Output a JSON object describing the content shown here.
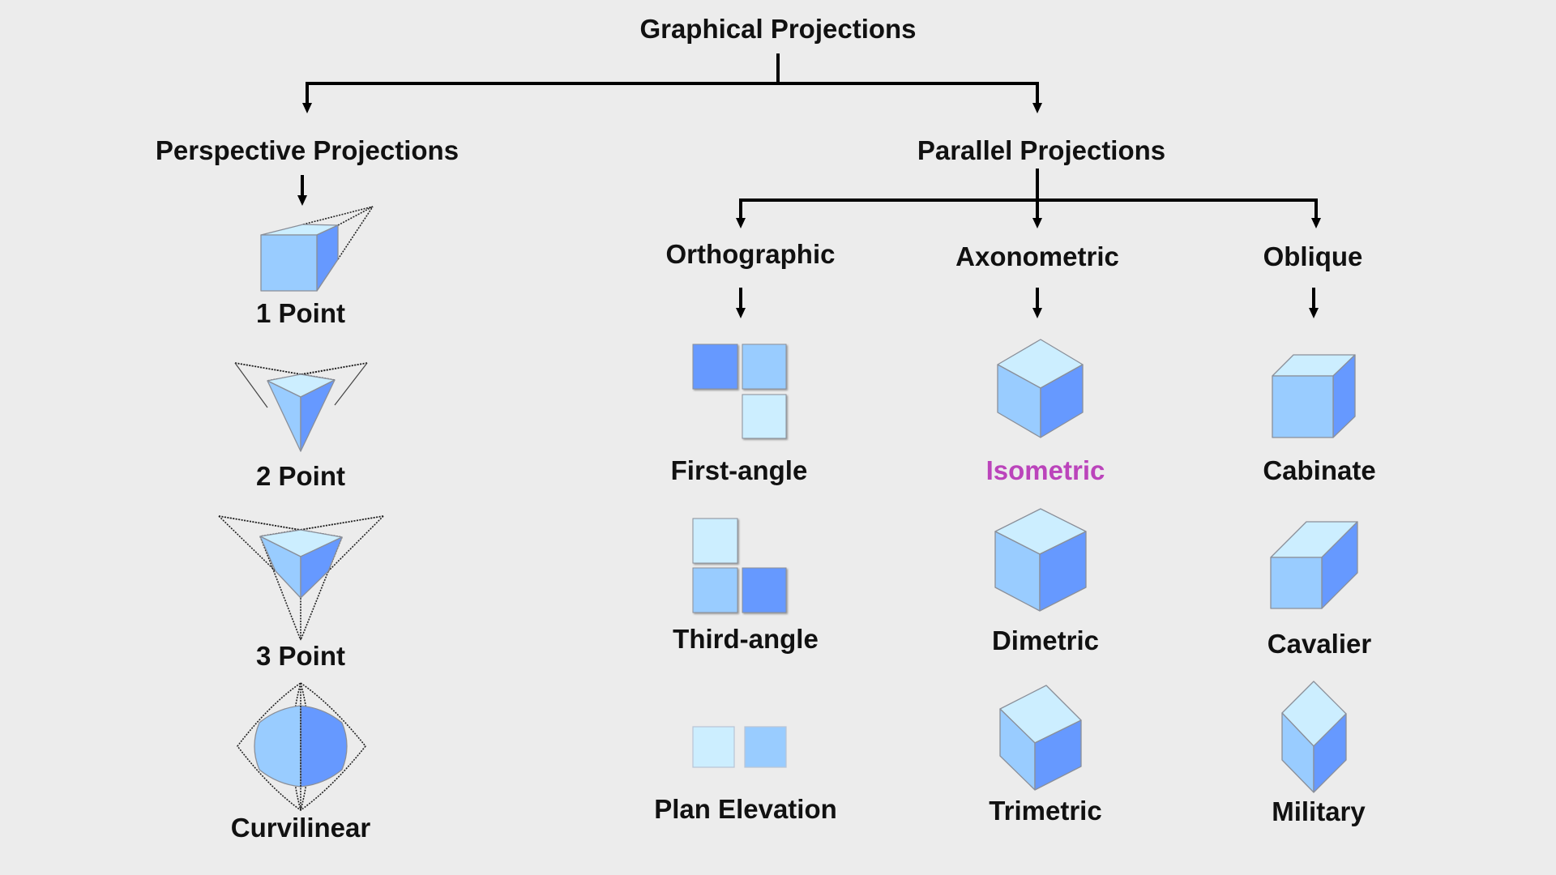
{
  "title": "Graphical Projections",
  "colors": {
    "background": "#ececec",
    "face_light": "#cceeff",
    "face_mid": "#99ccff",
    "face_dark": "#6699ff",
    "highlight_text": "#bb44bb"
  },
  "branches": {
    "perspective": {
      "label": "Perspective Projections",
      "items": [
        {
          "label": "1 Point",
          "icon": "one-point-perspective-cube-icon"
        },
        {
          "label": "2 Point",
          "icon": "two-point-perspective-cube-icon"
        },
        {
          "label": "3 Point",
          "icon": "three-point-perspective-cube-icon"
        },
        {
          "label": "Curvilinear",
          "icon": "curvilinear-perspective-icon"
        }
      ]
    },
    "parallel": {
      "label": "Parallel Projections",
      "categories": [
        {
          "label": "Orthographic",
          "items": [
            {
              "label": "First-angle",
              "icon": "first-angle-views-icon"
            },
            {
              "label": "Third-angle",
              "icon": "third-angle-views-icon"
            },
            {
              "label": "Plan Elevation",
              "icon": "plan-elevation-views-icon"
            }
          ]
        },
        {
          "label": "Axonometric",
          "items": [
            {
              "label": "Isometric",
              "icon": "isometric-cube-icon",
              "highlighted": true
            },
            {
              "label": "Dimetric",
              "icon": "dimetric-cube-icon"
            },
            {
              "label": "Trimetric",
              "icon": "trimetric-cube-icon"
            }
          ]
        },
        {
          "label": "Oblique",
          "items": [
            {
              "label": "Cabinate",
              "icon": "cabinet-cube-icon"
            },
            {
              "label": "Cavalier",
              "icon": "cavalier-cube-icon"
            },
            {
              "label": "Military",
              "icon": "military-cube-icon"
            }
          ]
        }
      ]
    }
  }
}
